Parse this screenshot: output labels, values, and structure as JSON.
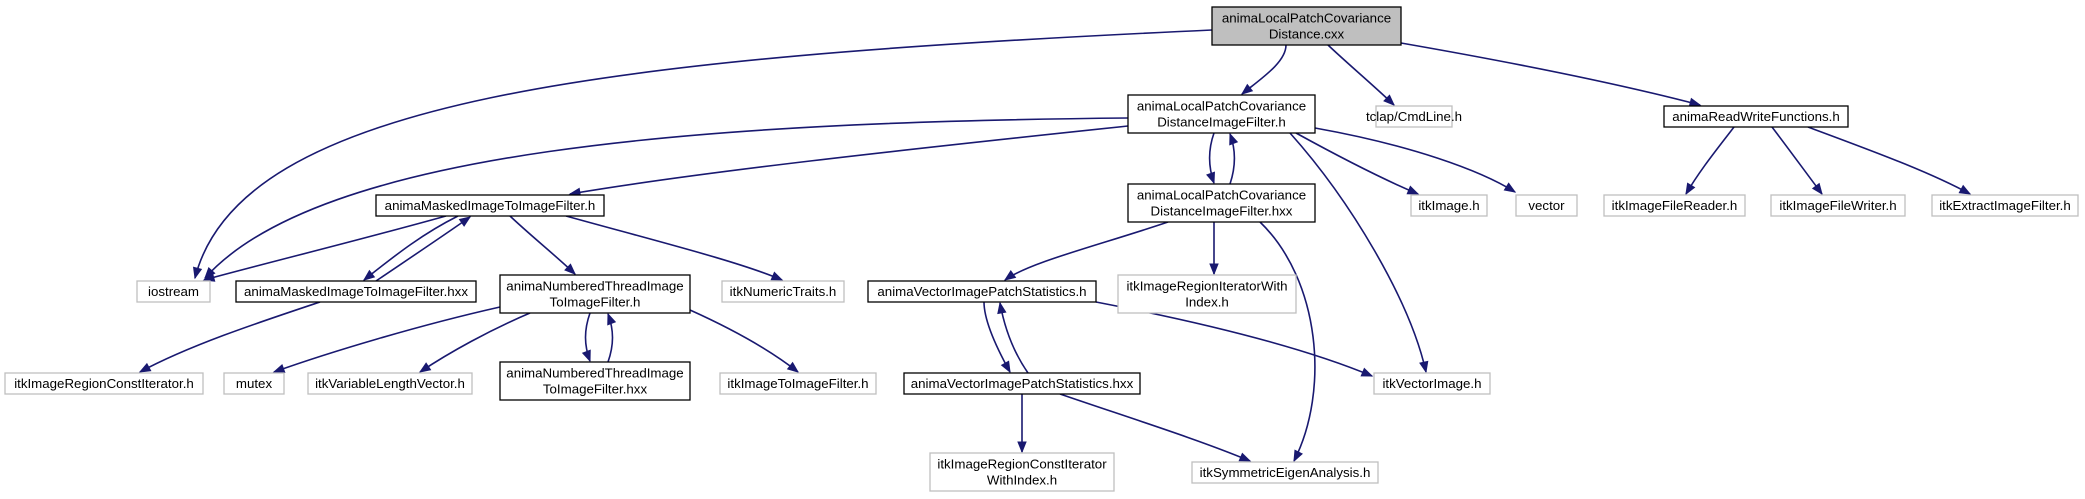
{
  "colors": {
    "edge": "#191970",
    "root_fill": "#bfbfbf",
    "root_stroke": "#000000",
    "internal_stroke": "#000000",
    "external_stroke": "#bfbfbf",
    "text": "#000000"
  },
  "nodes": [
    {
      "id": "root",
      "kind": "root",
      "lines": [
        "animaLocalPatchCovariance",
        "Distance.cxx"
      ]
    },
    {
      "id": "lpcdif_h",
      "kind": "internal",
      "lines": [
        "animaLocalPatchCovariance",
        "DistanceImageFilter.h"
      ]
    },
    {
      "id": "tclap",
      "kind": "external",
      "lines": [
        "tclap/CmdLine.h"
      ]
    },
    {
      "id": "rwf",
      "kind": "internal",
      "lines": [
        "animaReadWriteFunctions.h"
      ]
    },
    {
      "id": "mitif_h",
      "kind": "internal",
      "lines": [
        "animaMaskedImageToImageFilter.h"
      ]
    },
    {
      "id": "lpcdif_hxx",
      "kind": "internal",
      "lines": [
        "animaLocalPatchCovariance",
        "DistanceImageFilter.hxx"
      ]
    },
    {
      "id": "itkImage",
      "kind": "external",
      "lines": [
        "itkImage.h"
      ]
    },
    {
      "id": "vector",
      "kind": "external",
      "lines": [
        "vector"
      ]
    },
    {
      "id": "ifr",
      "kind": "external",
      "lines": [
        "itkImageFileReader.h"
      ]
    },
    {
      "id": "ifw",
      "kind": "external",
      "lines": [
        "itkImageFileWriter.h"
      ]
    },
    {
      "id": "eif",
      "kind": "external",
      "lines": [
        "itkExtractImageFilter.h"
      ]
    },
    {
      "id": "iostream",
      "kind": "external",
      "lines": [
        "iostream"
      ]
    },
    {
      "id": "mitif_hxx",
      "kind": "internal",
      "lines": [
        "animaMaskedImageToImageFilter.hxx"
      ]
    },
    {
      "id": "ntif_h",
      "kind": "internal",
      "lines": [
        "animaNumberedThreadImage",
        "ToImageFilter.h"
      ]
    },
    {
      "id": "numtraits",
      "kind": "external",
      "lines": [
        "itkNumericTraits.h"
      ]
    },
    {
      "id": "vips_h",
      "kind": "internal",
      "lines": [
        "animaVectorImagePatchStatistics.h"
      ]
    },
    {
      "id": "iriwi",
      "kind": "external",
      "lines": [
        "itkImageRegionIteratorWith",
        "Index.h"
      ]
    },
    {
      "id": "ircit",
      "kind": "external",
      "lines": [
        "itkImageRegionConstIterator.h"
      ]
    },
    {
      "id": "mutex",
      "kind": "external",
      "lines": [
        "mutex"
      ]
    },
    {
      "id": "vlv",
      "kind": "external",
      "lines": [
        "itkVariableLengthVector.h"
      ]
    },
    {
      "id": "ntif_hxx",
      "kind": "internal",
      "lines": [
        "animaNumberedThreadImage",
        "ToImageFilter.hxx"
      ]
    },
    {
      "id": "itif",
      "kind": "external",
      "lines": [
        "itkImageToImageFilter.h"
      ]
    },
    {
      "id": "vips_hxx",
      "kind": "internal",
      "lines": [
        "animaVectorImagePatchStatistics.hxx"
      ]
    },
    {
      "id": "vecimg",
      "kind": "external",
      "lines": [
        "itkVectorImage.h"
      ]
    },
    {
      "id": "ircitwi",
      "kind": "external",
      "lines": [
        "itkImageRegionConstIterator",
        "WithIndex.h"
      ]
    },
    {
      "id": "sea",
      "kind": "external",
      "lines": [
        "itkSymmetricEigenAnalysis.h"
      ]
    }
  ],
  "edges": [
    {
      "from": "root",
      "to": "iostream"
    },
    {
      "from": "root",
      "to": "lpcdif_h"
    },
    {
      "from": "root",
      "to": "tclap"
    },
    {
      "from": "root",
      "to": "rwf"
    },
    {
      "from": "lpcdif_h",
      "to": "iostream"
    },
    {
      "from": "lpcdif_h",
      "to": "mitif_h"
    },
    {
      "from": "lpcdif_h",
      "to": "lpcdif_hxx"
    },
    {
      "from": "lpcdif_h",
      "to": "itkImage"
    },
    {
      "from": "lpcdif_h",
      "to": "vector"
    },
    {
      "from": "lpcdif_h",
      "to": "vecimg"
    },
    {
      "from": "lpcdif_hxx",
      "to": "lpcdif_h"
    },
    {
      "from": "lpcdif_hxx",
      "to": "vips_h"
    },
    {
      "from": "lpcdif_hxx",
      "to": "iriwi"
    },
    {
      "from": "lpcdif_hxx",
      "to": "sea"
    },
    {
      "from": "rwf",
      "to": "ifr"
    },
    {
      "from": "rwf",
      "to": "ifw"
    },
    {
      "from": "rwf",
      "to": "eif"
    },
    {
      "from": "mitif_h",
      "to": "iostream"
    },
    {
      "from": "mitif_h",
      "to": "mitif_hxx"
    },
    {
      "from": "mitif_h",
      "to": "ntif_h"
    },
    {
      "from": "mitif_h",
      "to": "numtraits"
    },
    {
      "from": "mitif_hxx",
      "to": "mitif_h"
    },
    {
      "from": "mitif_hxx",
      "to": "ircit"
    },
    {
      "from": "ntif_h",
      "to": "mutex"
    },
    {
      "from": "ntif_h",
      "to": "vlv"
    },
    {
      "from": "ntif_h",
      "to": "ntif_hxx"
    },
    {
      "from": "ntif_h",
      "to": "itif"
    },
    {
      "from": "ntif_hxx",
      "to": "ntif_h"
    },
    {
      "from": "vips_h",
      "to": "vips_hxx"
    },
    {
      "from": "vips_h",
      "to": "vecimg"
    },
    {
      "from": "vips_hxx",
      "to": "vips_h"
    },
    {
      "from": "vips_hxx",
      "to": "ircitwi"
    },
    {
      "from": "vips_hxx",
      "to": "sea"
    }
  ]
}
